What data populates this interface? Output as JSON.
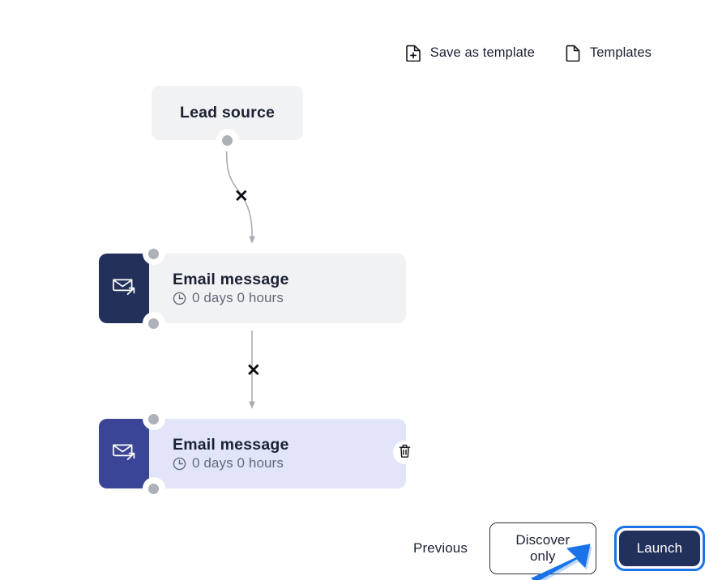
{
  "toolbar": {
    "items": [
      {
        "label": "Save as template",
        "icon": "document-plus-icon"
      },
      {
        "label": "Templates",
        "icon": "document-icon"
      }
    ]
  },
  "flow": {
    "nodes": [
      {
        "id": "lead-source",
        "type": "trigger",
        "title": "Lead source",
        "selected": false,
        "bg": "#f1f2f4"
      },
      {
        "id": "email-message-1",
        "type": "email",
        "title": "Email message",
        "duration": "0 days 0 hours",
        "icon": "email-send-icon",
        "clock_icon": "clock-icon",
        "selected": false,
        "bg": "#f1f2f4",
        "icon_panel_bg": "#23305a"
      },
      {
        "id": "email-message-2",
        "type": "email",
        "title": "Email message",
        "duration": "0 days 0 hours",
        "icon": "email-send-icon",
        "clock_icon": "clock-icon",
        "selected": true,
        "bg": "#e2e5fa",
        "icon_panel_bg": "#3b4595",
        "delete_icon": "trash-icon"
      }
    ],
    "edges": [
      {
        "id": "edge-1",
        "from": "lead-source",
        "to": "email-message-1",
        "delete_marker": "✕"
      },
      {
        "id": "edge-2",
        "from": "email-message-1",
        "to": "email-message-2",
        "delete_marker": "✕"
      }
    ]
  },
  "actions": {
    "previous_label": "Previous",
    "discover_label": "Discover only",
    "launch_label": "Launch",
    "launch_focus_color": "#1a73e8",
    "launch_bg": "#22305c"
  },
  "annotation": {
    "arrow_color": "#1a73e8",
    "points_to": "Launch"
  }
}
